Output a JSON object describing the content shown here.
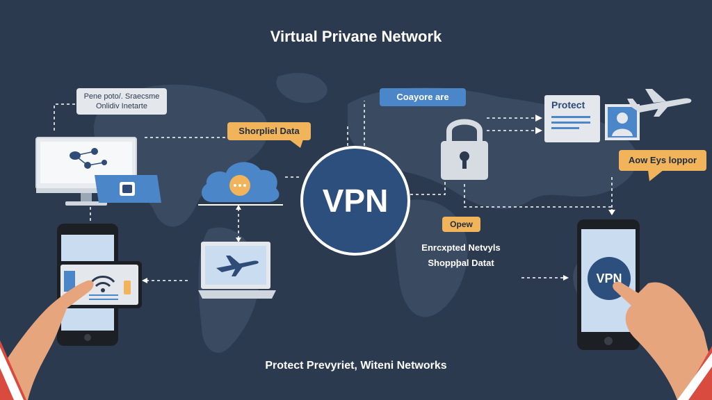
{
  "header": {
    "title": "Virtual Privane Network"
  },
  "footer": {
    "text": "Protect Prevyriet, Witeni Networks"
  },
  "callouts": {
    "top_left": [
      "Pene poto/. Sraecsme",
      "Onlidiv Inetarte"
    ],
    "shopping_data": "Shorpliel Data",
    "coayore": "Coayore are",
    "aow_eys": "Aow Eys loppor",
    "opew": "Opew"
  },
  "center": {
    "vpn_label": "VPN",
    "encrypted_line1": "Enrcxpted Netvyls",
    "encrypted_line2": "Shoppþal Datat"
  },
  "protect_card": {
    "label": "Protect"
  },
  "right_phone": {
    "vpn_label": "VPN"
  },
  "colors": {
    "background": "#2b3a4f",
    "accent_orange": "#f2b45a",
    "accent_blue": "#4a86c8",
    "vpn_circle": "#2c4f7e"
  },
  "icons": [
    "world-map-icon",
    "desktop-monitor-icon",
    "cloud-server-icon",
    "laptop-icon",
    "airplane-icon",
    "padlock-icon",
    "smartphone-icon",
    "wifi-icon",
    "user-profile-icon",
    "hand-icon"
  ]
}
